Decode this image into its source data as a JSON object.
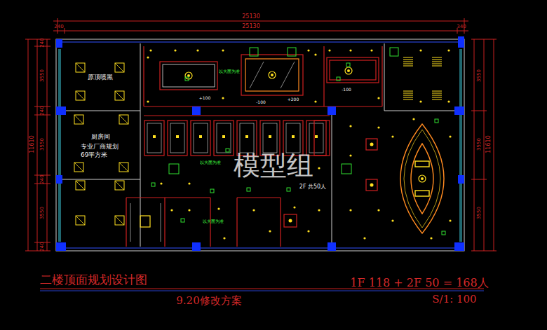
{
  "diagram": {
    "title": "二楼顶面规划设计图",
    "nodes": [
      {
        "text": [
          "原顶喷黑"
        ]
      },
      {
        "text": [
          "厨房间",
          "专业厂商规划 69平方米"
        ]
      }
    ],
    "labels": [
      "25130",
      "25130",
      "240",
      "340",
      "240",
      "3550",
      "240",
      "3550",
      "240",
      "3550",
      "240",
      "11610",
      "3550",
      "3550",
      "3550",
      "11610",
      "以大面为准",
      "以大面为准",
      "以大面为准",
      "+100",
      "-100",
      "+200",
      "-100",
      "2F 共50人",
      "模型组",
      "1F 118 + 2F 50 = 168人",
      "9.20修改方案",
      "S/1: 100"
    ]
  }
}
